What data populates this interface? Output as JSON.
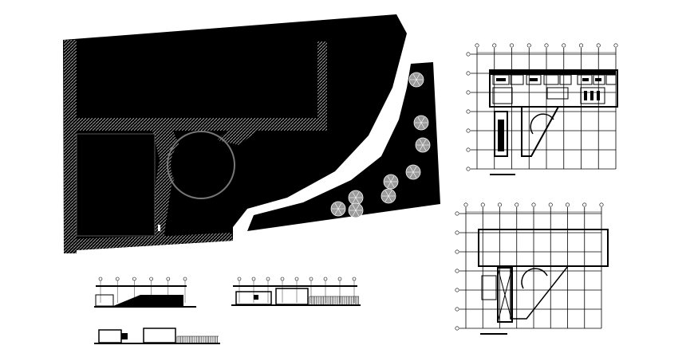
{
  "drawing": {
    "site_plan": {
      "trees": 9
    },
    "floor_plans": [
      {
        "columns": 9,
        "rows": 7
      },
      {
        "columns": 9,
        "rows": 7
      }
    ],
    "elevations": [
      {
        "grid_markers": 6
      },
      {
        "grid_markers": 9
      },
      {
        "grid_markers": 0
      }
    ],
    "colors": {
      "ink": "#000000",
      "paper": "#ffffff",
      "hatch": "#555555",
      "tree": "#9a9a9a"
    }
  }
}
